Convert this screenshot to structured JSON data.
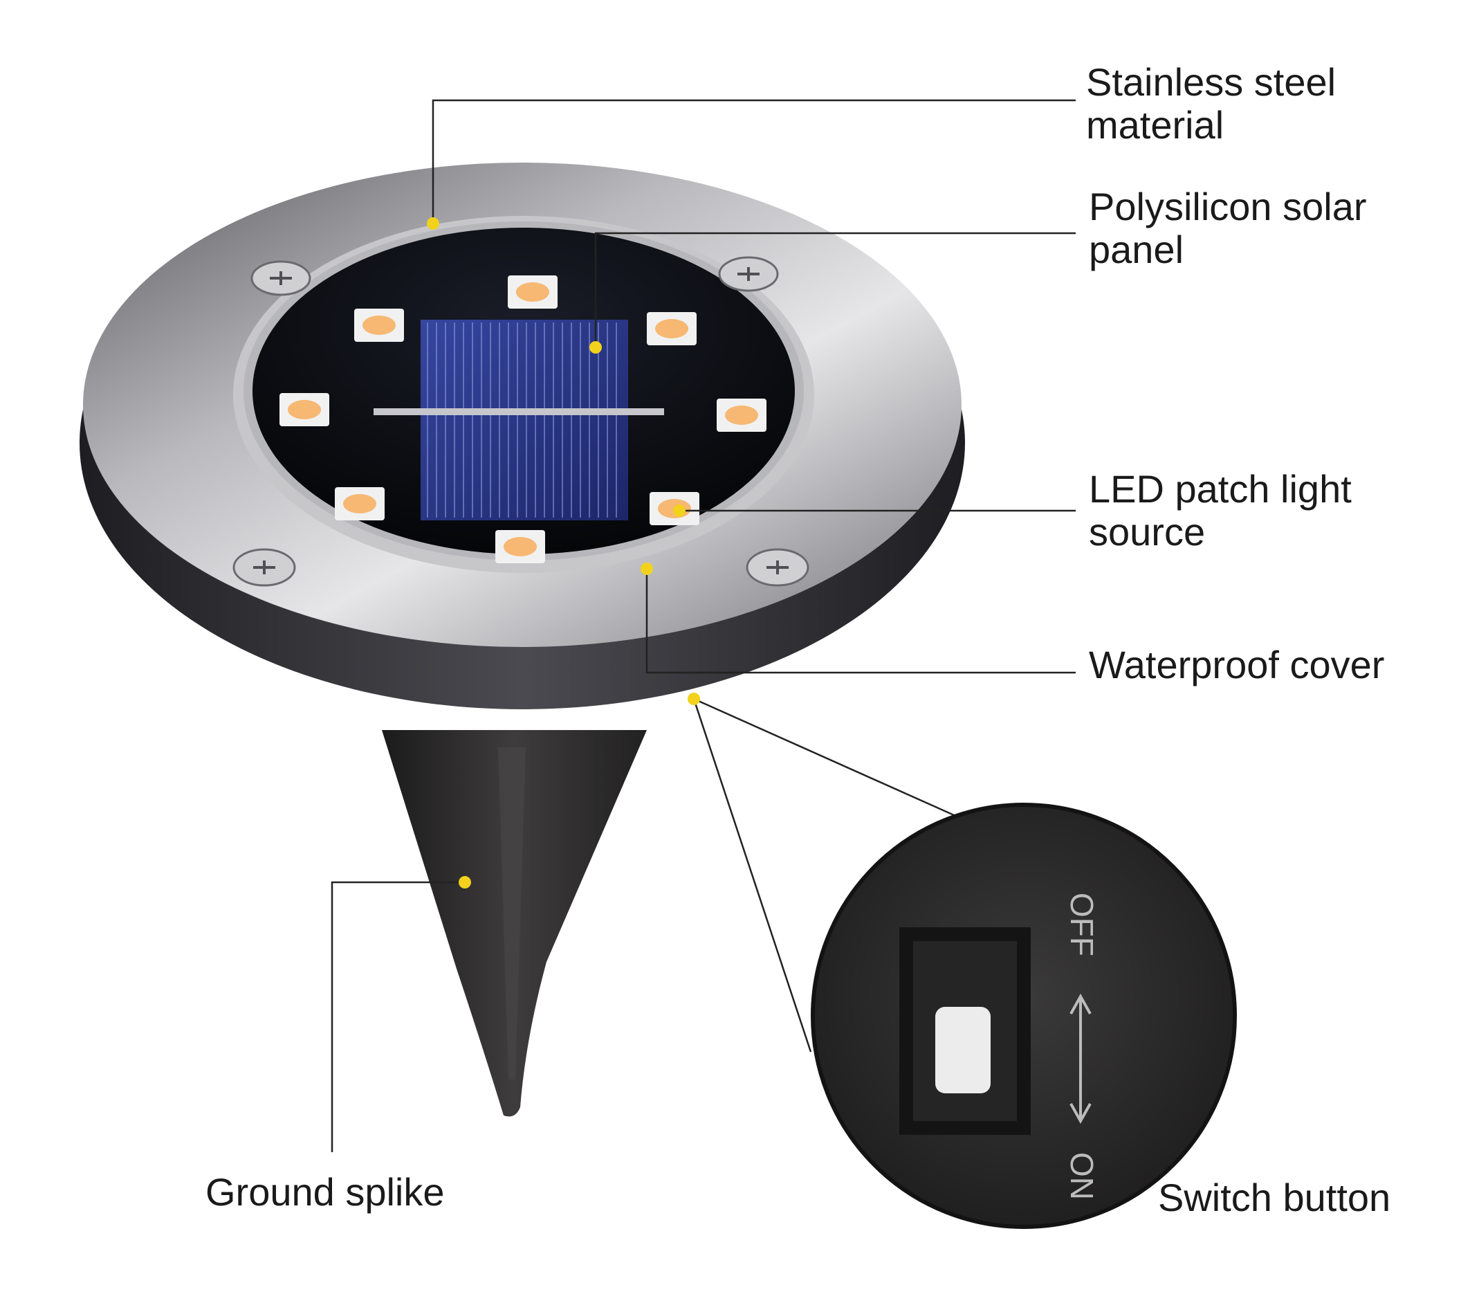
{
  "labels": {
    "steel": {
      "line1": "Stainless steel",
      "line2": "material"
    },
    "solar": {
      "line1": "Polysilicon solar",
      "line2": "panel"
    },
    "led": {
      "line1": "LED patch light",
      "line2": "source"
    },
    "waterproof": "Waterproof cover",
    "spike": "Ground splike",
    "switch": "Switch button"
  },
  "switch_marks": {
    "on": "ON",
    "off": "OFF"
  },
  "colors": {
    "steel_light": "#d9d9db",
    "steel_mid": "#8e8e92",
    "steel_dark": "#2e2e32",
    "solar_cell": "#2a3a8a",
    "led": "#f6b873",
    "marker": "#f2d21c",
    "leader": "#222222",
    "spike": "#2f2e2e"
  }
}
